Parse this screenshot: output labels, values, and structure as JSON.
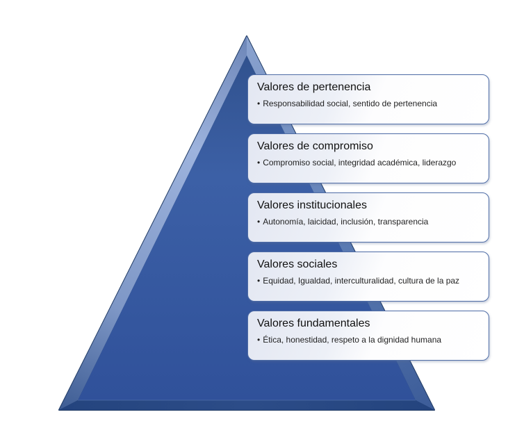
{
  "diagram": {
    "type": "pyramid-list",
    "bullet_char": "•",
    "levels": [
      {
        "title": "Valores de pertenencia",
        "bullet": "Responsabilidad social, sentido de pertenencia"
      },
      {
        "title": "Valores de compromiso",
        "bullet": "Compromiso social, integridad académica, liderazgo"
      },
      {
        "title": "Valores institucionales",
        "bullet": "Autonomía, laicidad, inclusión, transparencia"
      },
      {
        "title": "Valores sociales",
        "bullet": "Equidad, Igualdad, interculturalidad, cultura de la paz"
      },
      {
        "title": "Valores fundamentales",
        "bullet": "Ética, honestidad, respeto a la dignidad humana"
      }
    ]
  },
  "colors": {
    "edge_dark": "#1d3862",
    "bevel_left_top": "#6d86b8",
    "bevel_highlight": "#9db3dd",
    "bevel_left_mid": "#7e97c6",
    "bevel_left_bottom": "#3d5c93",
    "bevel_right_top": "#8ba3cf",
    "bevel_right_mid": "#5f7fb6",
    "bevel_right_bottom": "#3c5c98",
    "bevel_bottom_edge": "#24447e",
    "bevel_bottom_mid": "#2c4c88",
    "face_top": "#31528e",
    "face_main": "#3c60a6",
    "face_bottom": "#30519a",
    "ridge": "#5b7ab0",
    "card_border": "#4e6ca6",
    "card_tint": "#e3e7f2",
    "title_color": "#111111",
    "body_color": "#1f1f1f"
  }
}
